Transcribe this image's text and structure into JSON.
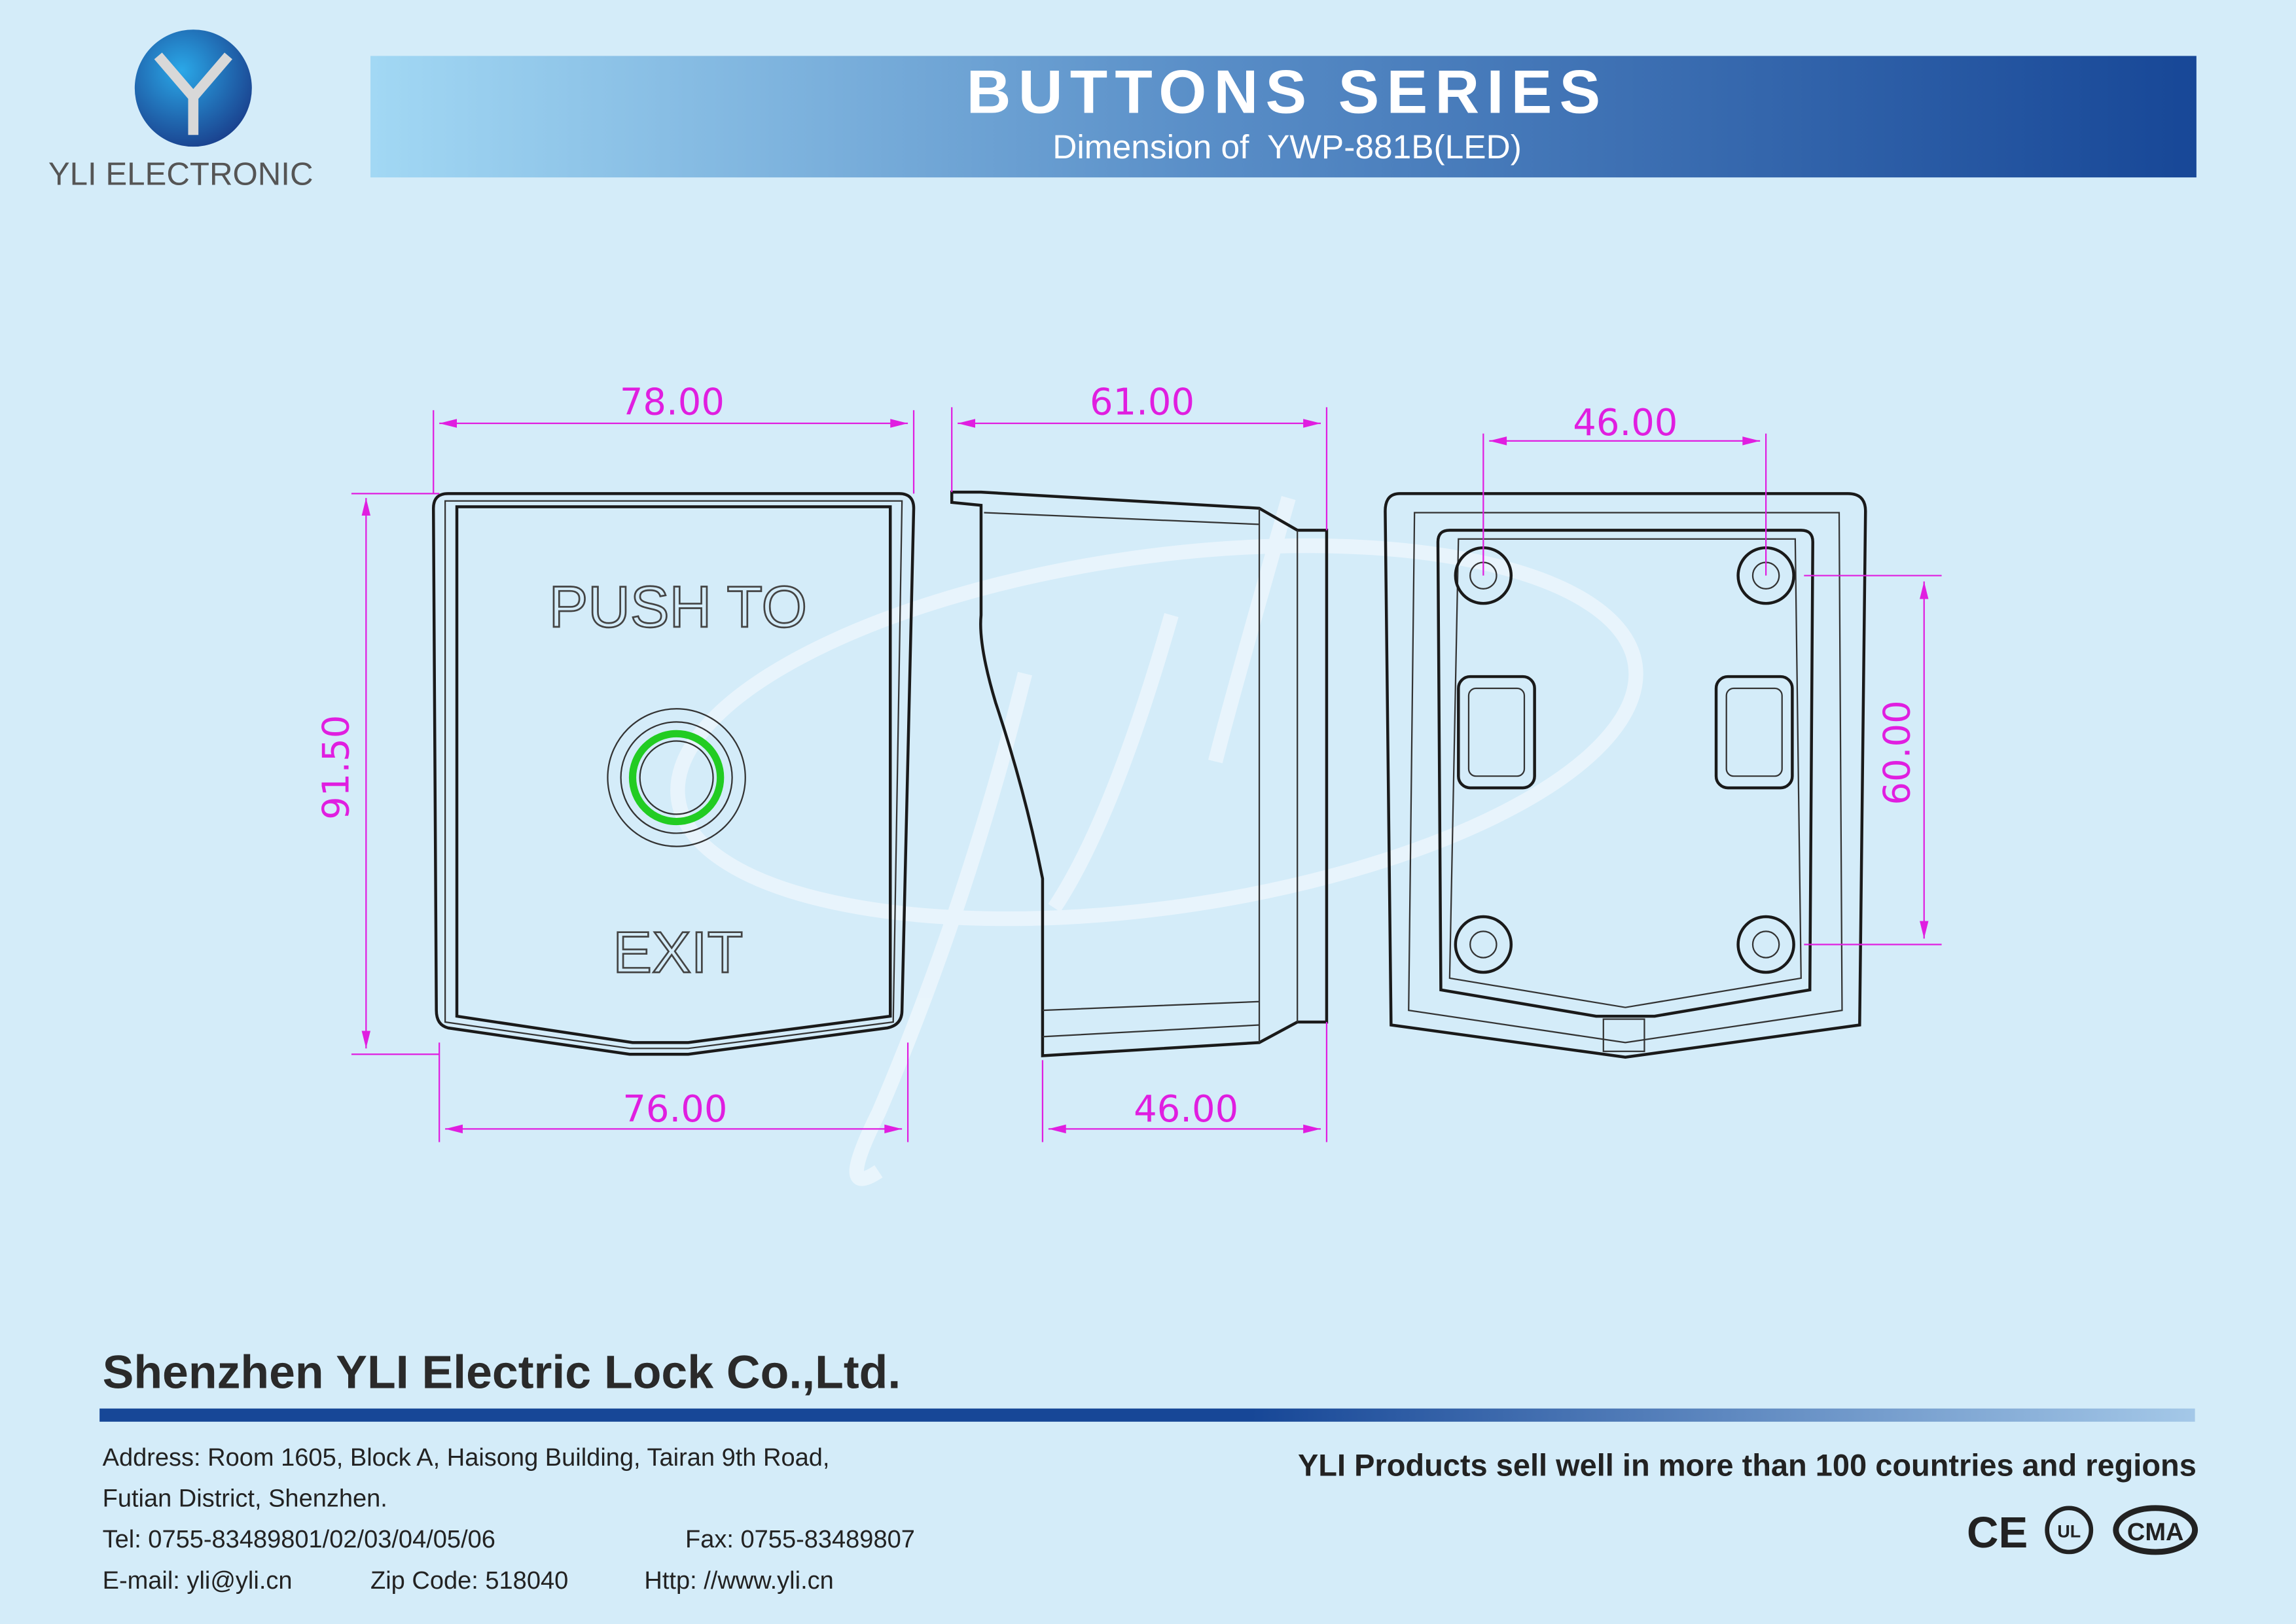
{
  "logo": {
    "text": "YLI ELECTRONIC",
    "letter": "Y"
  },
  "header": {
    "title": "BUTTONS SERIES",
    "subtitle": "Dimension of  YWP-881B(LED)"
  },
  "colors": {
    "dimension": "#e01ee0",
    "led_ring": "#22cc22",
    "banner_dark": "#1a4a9a",
    "banner_light": "#9fd6f2",
    "background": "#d4ecf9"
  },
  "drawing": {
    "front": {
      "top_width": "78.00",
      "bottom_width": "76.00",
      "height": "91.50",
      "label_top": "PUSH TO",
      "label_bottom": "EXIT"
    },
    "side": {
      "top_depth": "61.00",
      "bottom_depth": "46.00"
    },
    "back": {
      "hole_spacing_h": "46.00",
      "hole_spacing_v": "60.00"
    },
    "watermark": "yli"
  },
  "footer": {
    "company": "Shenzhen YLI Electric Lock Co.,Ltd.",
    "address_line1": "Address: Room 1605, Block A, Haisong Building, Tairan 9th Road,",
    "address_line2": "Futian District, Shenzhen.",
    "tel": "Tel: 0755-83489801/02/03/04/05/06",
    "fax": "Fax: 0755-83489807",
    "email": "E-mail: yli@yli.cn",
    "zip": "Zip Code: 518040",
    "web": "Http: //www.yli.cn",
    "slogan": "YLI Products sell well in more than 100 countries and regions",
    "certs": [
      "CE",
      "UL",
      "CMA"
    ]
  }
}
